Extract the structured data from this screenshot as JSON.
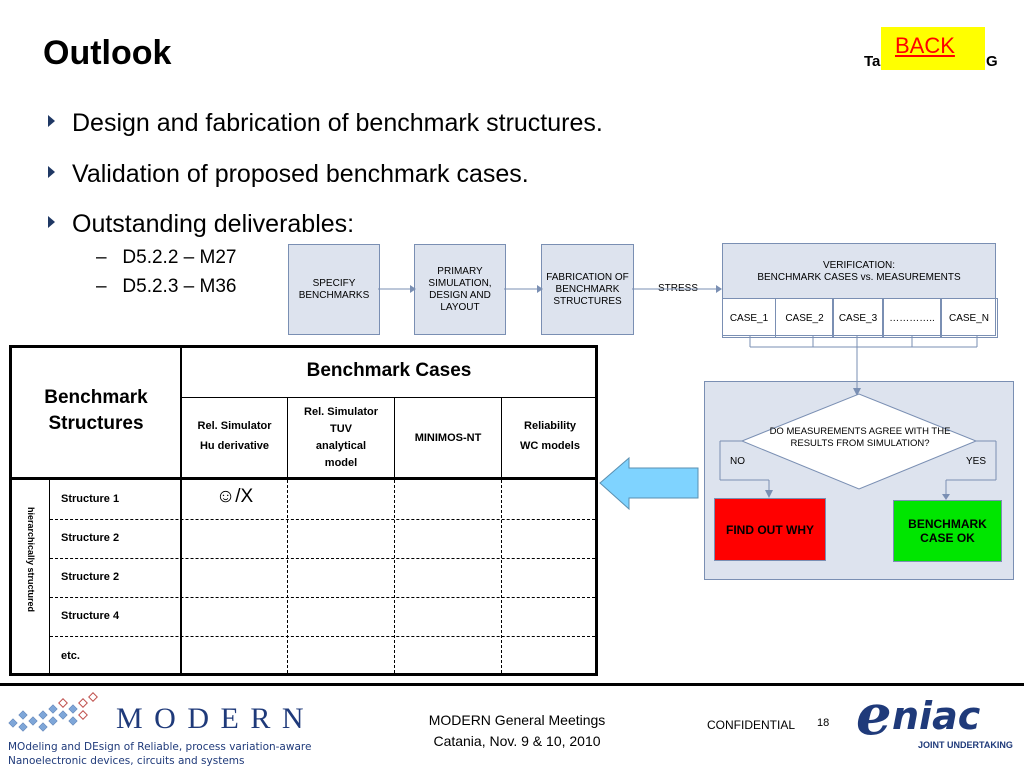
{
  "slide": {
    "title": "Outlook",
    "back_label": "BACK",
    "corner_left": "Ta",
    "corner_right": "G"
  },
  "bullets": [
    {
      "text": "Design and fabrication of benchmark structures."
    },
    {
      "text": "Validation of proposed benchmark cases."
    },
    {
      "text": "Outstanding deliverables:"
    }
  ],
  "sub_bullets": [
    {
      "dash": "–",
      "text": "D5.2.2 – M27"
    },
    {
      "dash": "–",
      "text": "D5.2.3 – M36"
    }
  ],
  "flow": {
    "specify": "SPECIFY BENCHMARKS",
    "primary": "PRIMARY SIMULATION, DESIGN AND LAYOUT",
    "fabrication": "FABRICATION OF BENCHMARK STRUCTURES",
    "stress": "STRESS",
    "verification": "VERIFICATION:\nBENCHMARK CASES vs. MEASUREMENTS",
    "cases": [
      "CASE_1",
      "CASE_2",
      "CASE_3",
      "…………..",
      "CASE_N"
    ],
    "decision": "DO MEASUREMENTS AGREE WITH THE RESULTS FROM SIMULATION?",
    "no": "NO",
    "yes": "YES",
    "find_out": "FIND OUT WHY",
    "ok": "BENCHMARK CASE OK",
    "colors": {
      "box_fill": "#dde3ee",
      "box_border": "#7a8fb3",
      "panel": "#dde3ee",
      "red": "#ff0000",
      "green": "#00e600",
      "big_arrow": "#7fd3ff"
    }
  },
  "table": {
    "row_header": "Benchmark Structures",
    "col_group": "Benchmark Cases",
    "columns": [
      {
        "l1": "Rel. Simulator",
        "l2": "Hu derivative"
      },
      {
        "l1": "Rel. Simulator",
        "l2": "TUV analytical model"
      },
      {
        "l1": "MINIMOS-NT",
        "l2": ""
      },
      {
        "l1": "Reliability",
        "l2": "WC models"
      }
    ],
    "side_label": "hierarchically structured",
    "rows": [
      "Structure 1",
      "Structure 2",
      "Structure 2",
      "Structure 4",
      "etc."
    ],
    "cell_s1_c1": "☺/X"
  },
  "footer": {
    "logo_text": "M O D E R N",
    "tagline1": "MOdeling and DEsign of Reliable, process variation-aware",
    "tagline2": "Nanoelectronic devices, circuits and systems",
    "meeting1": "MODERN General Meetings",
    "meeting2": "Catania, Nov. 9 & 10, 2010",
    "confidential": "CONFIDENTIAL",
    "page": "18",
    "eniac": "niac",
    "eniac_e": "e",
    "eniac_sub": "JOINT UNDERTAKING"
  }
}
